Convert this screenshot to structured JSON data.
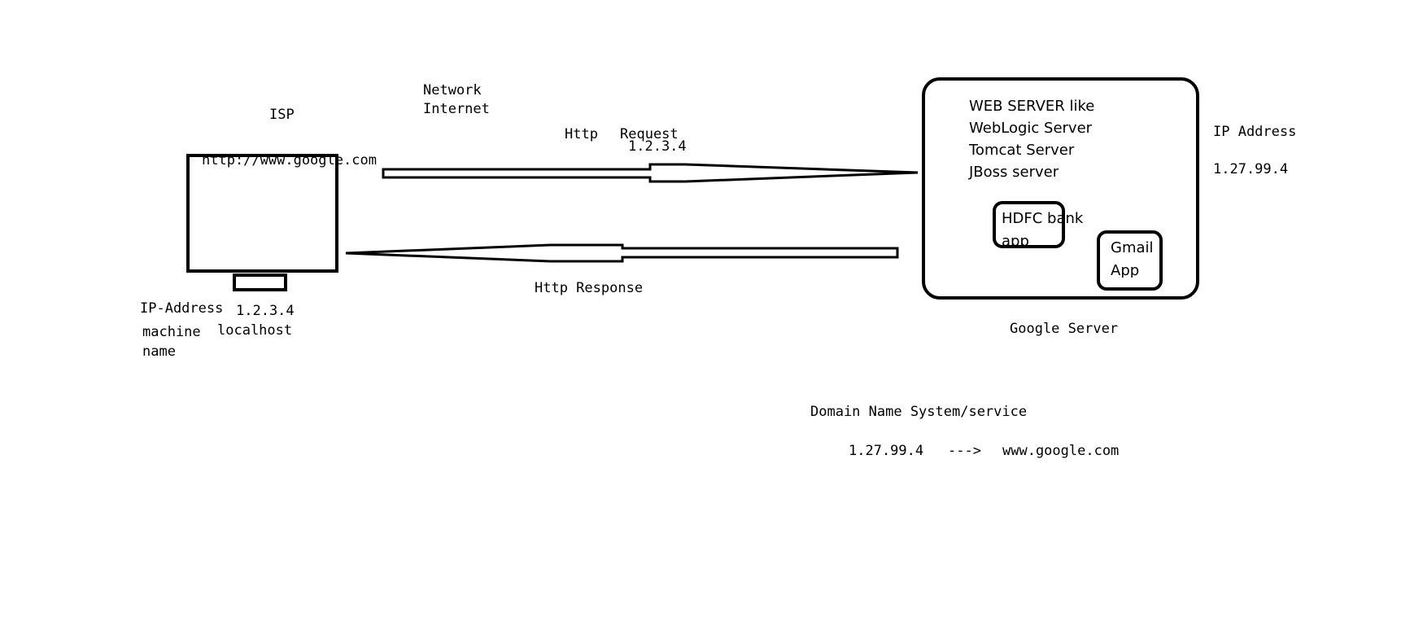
{
  "client": {
    "isp_label": "ISP",
    "url": "http://www.google.com",
    "ip_label": "IP-Address",
    "ip_value": "1.2.3.4",
    "machine_label_line1": "machine",
    "machine_label_line2": "name",
    "machine_value": "localhost"
  },
  "network": {
    "line1": "Network",
    "line2": "Internet"
  },
  "request": {
    "label_http": "Http",
    "label_request": "Request",
    "ip": "1.2.3.4"
  },
  "response": {
    "label": "Http Response"
  },
  "server": {
    "line1": "WEB SERVER like",
    "line2": "WebLogic Server",
    "line3": "Tomcat Server",
    "line4": "JBoss server",
    "hdfc_line1": "HDFC bank",
    "hdfc_line2": "app",
    "gmail_line1": "Gmail",
    "gmail_line2": "App",
    "name": "Google Server",
    "ip_label": "IP Address",
    "ip_value": "1.27.99.4"
  },
  "dns": {
    "title": "Domain Name System/service",
    "ip": "1.27.99.4",
    "arrow": "--->",
    "domain": "www.google.com"
  }
}
